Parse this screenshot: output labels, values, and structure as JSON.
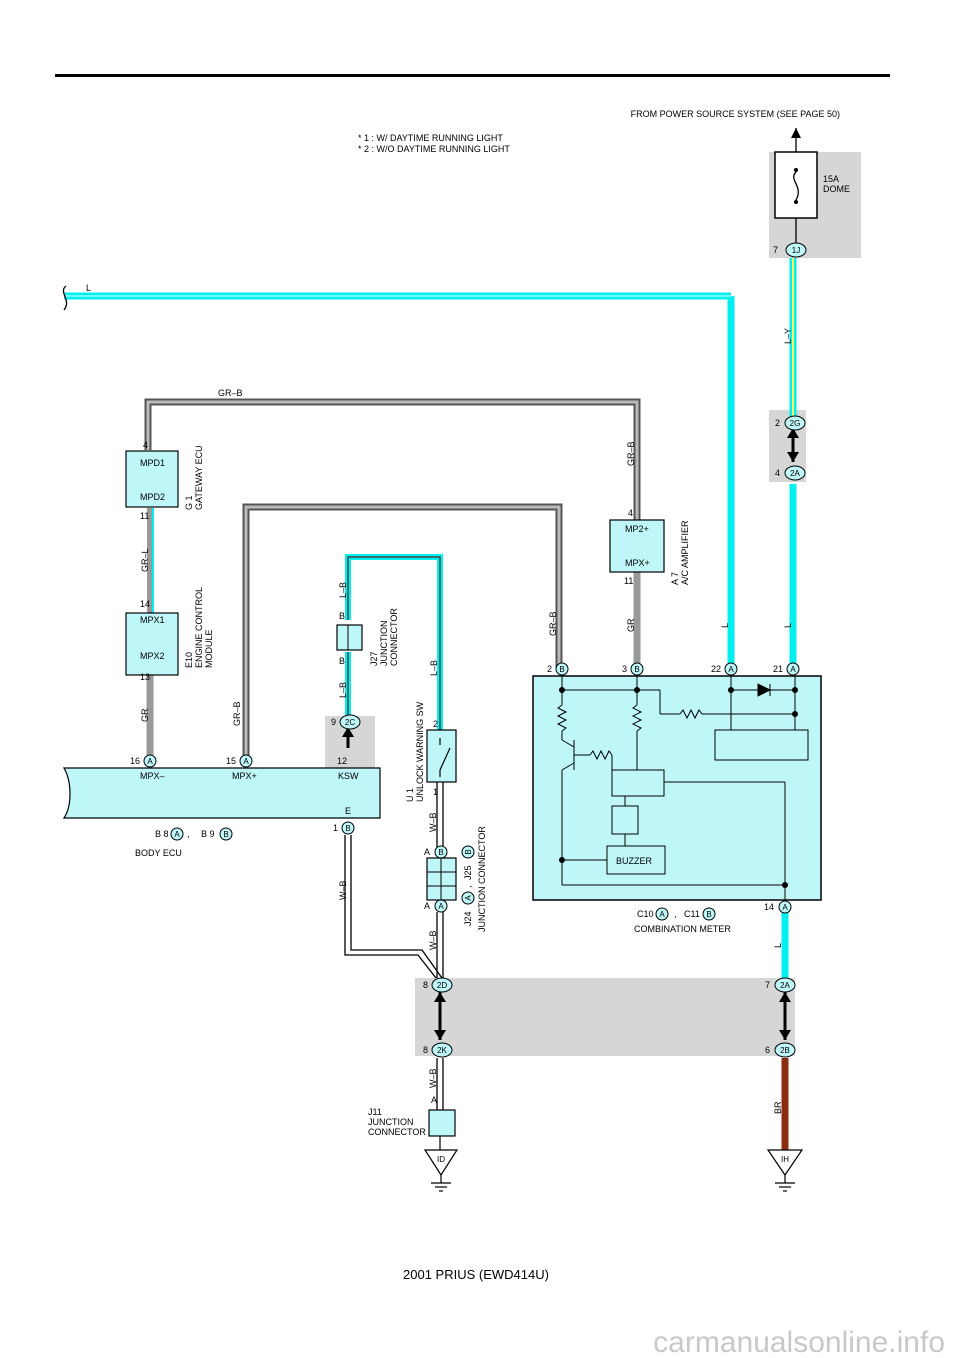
{
  "header": {
    "source_note": "FROM POWER SOURCE SYSTEM (SEE PAGE 50)",
    "notes": [
      "* 1 : W/ DAYTIME RUNNING LIGHT",
      "* 2 : W/O DAYTIME RUNNING LIGHT"
    ]
  },
  "fuse": {
    "rating": "15A",
    "name": "DOME"
  },
  "connectors": {
    "c1J": {
      "pin": "7",
      "id": "1J"
    },
    "c2G": {
      "pin": "2",
      "id": "2G"
    },
    "c2A_top": {
      "pin": "4",
      "id": "2A"
    },
    "c2C": {
      "pin": "9",
      "id": "2C",
      "pin2": "12"
    },
    "c2D": {
      "pin": "8",
      "id": "2D"
    },
    "c2K": {
      "pin": "8",
      "id": "2K"
    },
    "c2A_bot": {
      "pin": "7",
      "id": "2A"
    },
    "c2B": {
      "pin": "6",
      "id": "2B"
    }
  },
  "wires": {
    "l_left": "L",
    "gr_b_top": "GR–B",
    "gr_l": "GR–L",
    "gr_left": "GR",
    "gr_b_left": "GR–B",
    "l_b_top": "L–B",
    "l_b_mid": "L–B",
    "l_b_right": "L–B",
    "w_b_1": "W–B",
    "w_b_2": "W–B",
    "w_b_3": "W–B",
    "w_b_4": "W–B",
    "gr_b_mid": "GR–B",
    "gr_b_right": "GR–B",
    "gr_right": "GR",
    "l_y": "L–Y",
    "l_a": "L",
    "l_b": "L",
    "l_c": "L",
    "br": "BR"
  },
  "gateway": {
    "pin_top": "4",
    "pin_bot": "11",
    "term1": "MPD1",
    "term2": "MPD2",
    "code": "G 1",
    "name": "GATEWAY ECU"
  },
  "ecm": {
    "pin_top": "14",
    "pin_bot": "13",
    "term1": "MPX1",
    "term2": "MPX2",
    "code": "E10",
    "name1": "ENGINE CONTROL",
    "name2": "MODULE"
  },
  "junction_j27": {
    "pinA": "B",
    "pinB": "B",
    "code": "J27",
    "name1": "JUNCTION",
    "name2": "CONNECTOR"
  },
  "body_ecu": {
    "pin16": "16",
    "conn16": "A",
    "pin15": "15",
    "conn15": "A",
    "pin1": "1",
    "conn1": "B",
    "term_mpx_minus": "MPX–",
    "term_mpx_plus": "MPX+",
    "term_ksw": "KSW",
    "term_e": "E",
    "label_b8": "B 8",
    "label_b8_conn": "A",
    "comma": ",",
    "label_b9": "B 9",
    "label_b9_conn": "B",
    "name": "BODY ECU"
  },
  "unlock_sw": {
    "pin_top": "2",
    "pin_bot": "1",
    "code": "U 1",
    "name": "UNLOCK WARNING SW"
  },
  "junction_j24": {
    "pinB": "A",
    "connB": "B",
    "pinA": "A",
    "connA": "A",
    "label": "J24",
    "label_conn": "A",
    "comma": ",",
    "label2": "J25",
    "label2_conn": "B",
    "name": "JUNCTION CONNECTOR"
  },
  "ac_amp": {
    "pin_top": "4",
    "pin_bot": "11",
    "term1": "MP2+",
    "term2": "MPX+",
    "code": "A 7",
    "name": "A/C AMPLIFIER"
  },
  "meter": {
    "pins": [
      {
        "num": "2",
        "conn": "B"
      },
      {
        "num": "3",
        "conn": "B"
      },
      {
        "num": "22",
        "conn": "A"
      },
      {
        "num": "21",
        "conn": "A"
      }
    ],
    "pin_bot": "14",
    "pin_bot_conn": "A",
    "buzzer": "BUZZER",
    "label_c10": "C10",
    "label_c10_conn": "A",
    "comma": ",",
    "label_c11": "C11",
    "label_c11_conn": "B",
    "name": "COMBINATION METER"
  },
  "junction_j11": {
    "pin": "A",
    "code": "J11",
    "name1": "JUNCTION",
    "name2": "CONNECTOR"
  },
  "grounds": {
    "left": "ID",
    "right": "IH"
  },
  "footer": "2001 PRIUS (EWD414U)",
  "watermark": "carmanualsonline.info",
  "colors": {
    "cyan": "#00f0f0",
    "gray": "#999999",
    "module_fill": "#bff7f9",
    "shade": "#d6d6d6",
    "brown": "#8b2c10",
    "yellow": "#ffff66"
  }
}
